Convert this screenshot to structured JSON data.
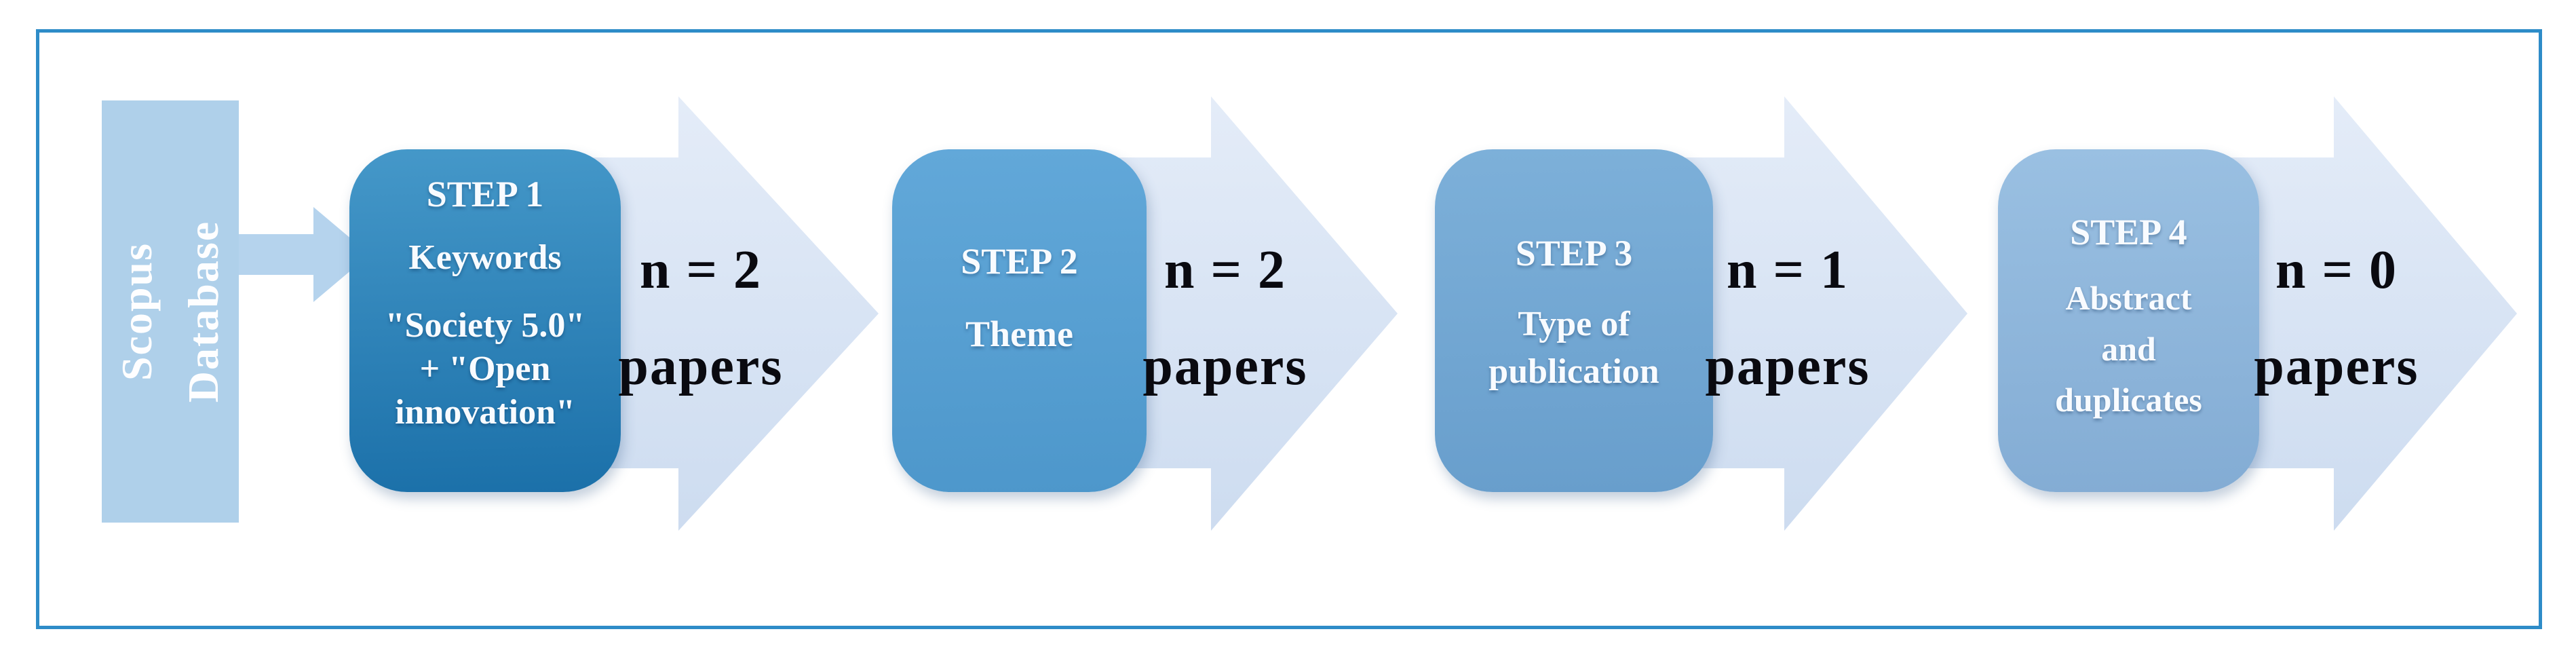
{
  "diagram": {
    "border_color": "#2e8cc8",
    "source_box": {
      "fill": "#afd0ea",
      "text_color": "#fefeff",
      "line1": "Scopus",
      "line2": "Database"
    },
    "connector_arrow_fill": "#b5d3ed",
    "flow_arrow_fill_top": "#e4ecf8",
    "flow_arrow_fill_bottom": "#cddcf0",
    "steps": [
      {
        "title": "STEP 1",
        "kicker": "Keywords",
        "lines": [
          "\"Society 5.0\"",
          "+ \"Open",
          "innovation\""
        ],
        "fill_top": "#4598c9",
        "fill_bottom": "#1b70a9"
      },
      {
        "title": "STEP 2",
        "lines": [
          "Theme"
        ],
        "fill_top": "#62a8d9",
        "fill_bottom": "#4d97cb"
      },
      {
        "title": "STEP 3",
        "lines": [
          "Type of",
          "publication"
        ],
        "fill_top": "#7db0d9",
        "fill_bottom": "#689ecc"
      },
      {
        "title": "STEP 4",
        "lines": [
          "Abstract",
          "and",
          "duplicates"
        ],
        "fill_top": "#9ac0e2",
        "fill_bottom": "#83acd4"
      }
    ],
    "filters": [
      {
        "count": "n = 2",
        "unit": "papers"
      },
      {
        "count": "n = 2",
        "unit": "papers"
      },
      {
        "count": "n = 1",
        "unit": "papers"
      },
      {
        "count": "n = 0",
        "unit": "papers"
      }
    ]
  }
}
